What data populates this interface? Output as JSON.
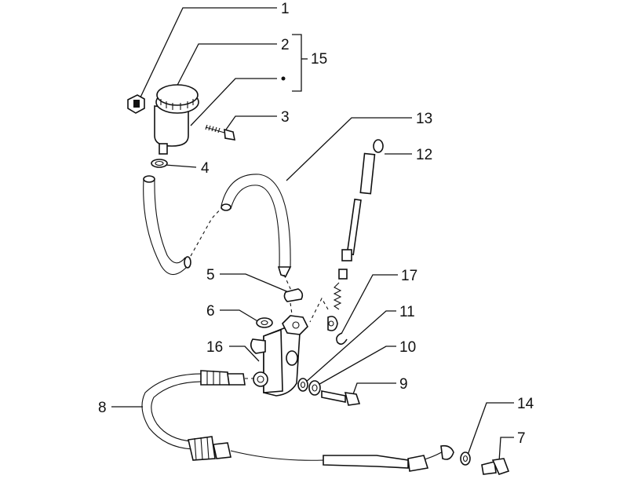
{
  "callouts": [
    {
      "id": "c1",
      "number": "1"
    },
    {
      "id": "c2",
      "number": "2"
    },
    {
      "id": "c15",
      "number": "15"
    },
    {
      "id": "c3",
      "number": "3"
    },
    {
      "id": "c13",
      "number": "13"
    },
    {
      "id": "c12",
      "number": "12"
    },
    {
      "id": "c4",
      "number": "4"
    },
    {
      "id": "c5",
      "number": "5"
    },
    {
      "id": "c17",
      "number": "17"
    },
    {
      "id": "c6",
      "number": "6"
    },
    {
      "id": "c11",
      "number": "11"
    },
    {
      "id": "c16",
      "number": "16"
    },
    {
      "id": "c10",
      "number": "10"
    },
    {
      "id": "c9",
      "number": "9"
    },
    {
      "id": "c8",
      "number": "8"
    },
    {
      "id": "c14",
      "number": "14"
    },
    {
      "id": "c7",
      "number": "7"
    }
  ],
  "colors": {
    "ink": "#111111",
    "background": "#ffffff"
  }
}
